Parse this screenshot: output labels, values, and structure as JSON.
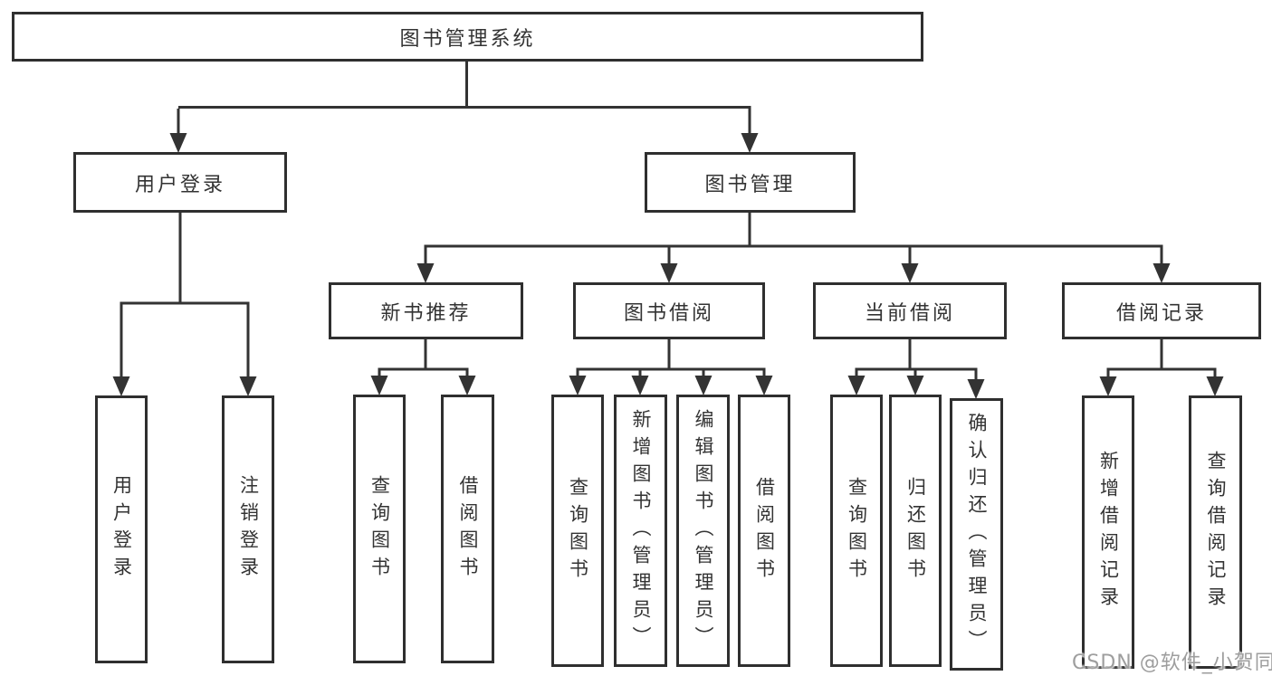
{
  "diagram": {
    "root": {
      "label": "图书管理系统"
    },
    "branches": [
      {
        "label": "用户登录",
        "children": [
          {
            "label": "用户登录"
          },
          {
            "label": "注销登录"
          }
        ]
      },
      {
        "label": "图书管理",
        "children": [
          {
            "label": "新书推荐",
            "children": [
              {
                "label": "查询图书"
              },
              {
                "label": "借阅图书"
              }
            ]
          },
          {
            "label": "图书借阅",
            "children": [
              {
                "label": "查询图书"
              },
              {
                "label": "新增图书（管理员）"
              },
              {
                "label": "编辑图书（管理员）"
              },
              {
                "label": "借阅图书"
              }
            ]
          },
          {
            "label": "当前借阅",
            "children": [
              {
                "label": "查询图书"
              },
              {
                "label": "归还图书"
              },
              {
                "label": "确认归还（管理员）"
              }
            ]
          },
          {
            "label": "借阅记录",
            "children": [
              {
                "label": "新增借阅记录"
              },
              {
                "label": "查询借阅记录"
              }
            ]
          }
        ]
      }
    ]
  },
  "watermark": {
    "text": "CSDN @软件_小贺同学"
  },
  "colors": {
    "line": "#333333",
    "box_border": "#2f2f2f",
    "text": "#333333",
    "watermark": "#9e9e9e",
    "background": "#ffffff"
  }
}
